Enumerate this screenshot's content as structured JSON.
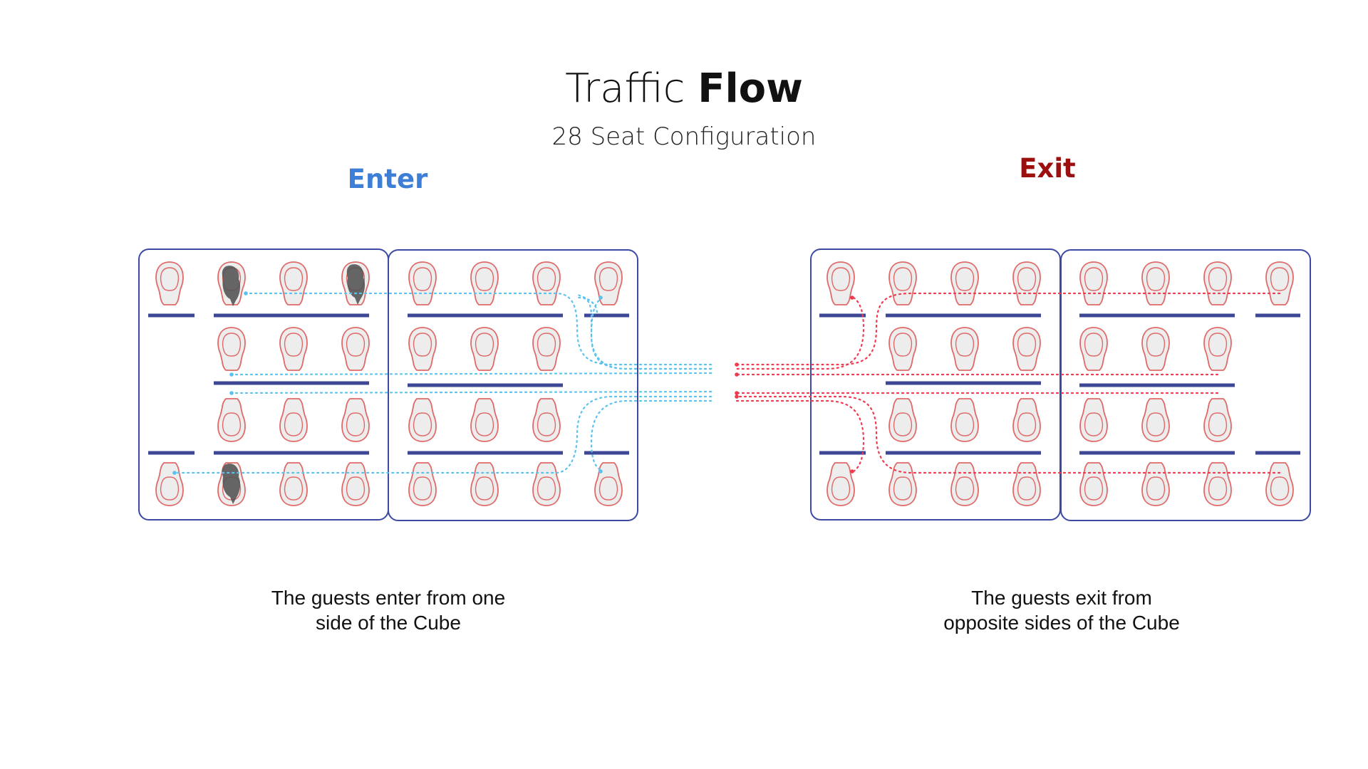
{
  "title": {
    "light": "Traffic ",
    "bold": "Flow"
  },
  "subtitle": "28 Seat Configuration",
  "enter": {
    "label": "Enter",
    "caption_line1": "The guests enter from one",
    "caption_line2": "side of the Cube"
  },
  "exit": {
    "label": "Exit",
    "caption_line1": "The guests exit from",
    "caption_line2": "opposite sides of the Cube"
  },
  "colors": {
    "enter_label": "#3d7fd6",
    "exit_label": "#9b0f0f",
    "cube_border": "#3c4aa3",
    "table": "#3e4796",
    "seat_outline": "#e06a6a",
    "seat_fill": "#ededed",
    "enter_path": "#5bc2ee",
    "exit_path": "#ee3b4f",
    "occupant": "#555555"
  },
  "seats_per_configuration": 28,
  "occupied_seats_shown": 3
}
